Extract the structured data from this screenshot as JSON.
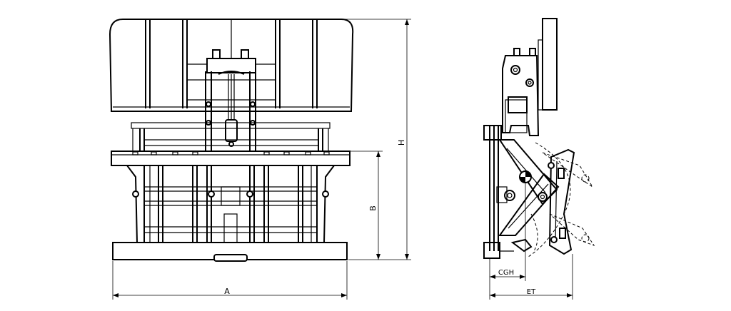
{
  "dimensions": {
    "width_label": "A",
    "height_label": "H",
    "height_b_label": "B",
    "cgh_label": "CGH",
    "et_label": "ET"
  }
}
